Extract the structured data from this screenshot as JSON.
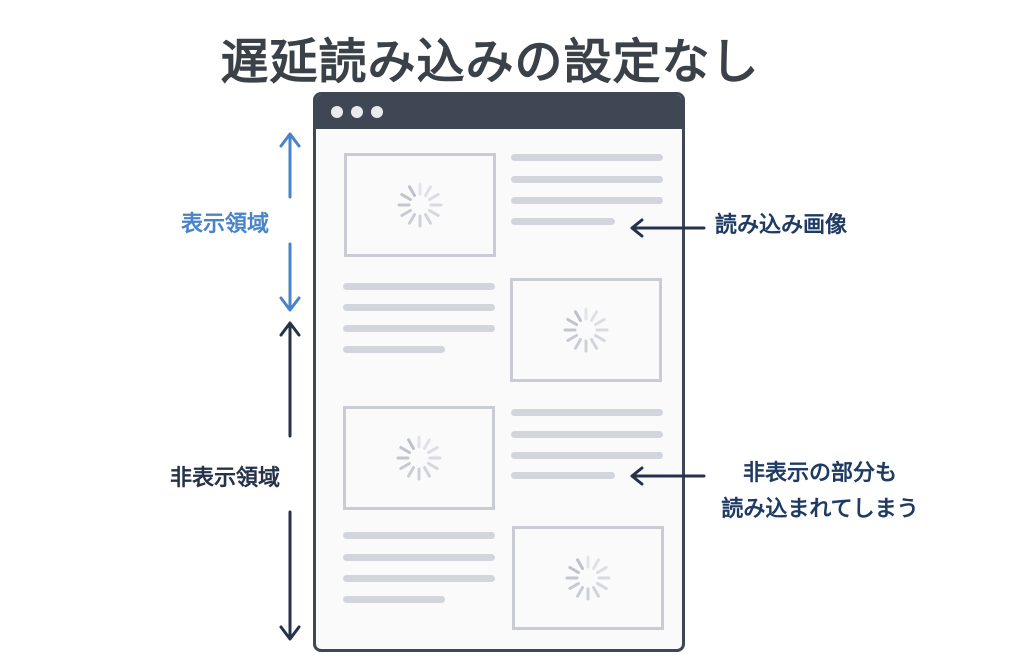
{
  "title": "遅延読み込みの設定なし",
  "labels": {
    "visible_area": "表示領域",
    "hidden_area": "非表示領域",
    "loaded_images": "読み込み画像",
    "hidden_loaded_line1": "非表示の部分も",
    "hidden_loaded_line2": "読み込まれてしまう"
  },
  "colors": {
    "visible_area": "#4a84c8",
    "hidden_area": "#25324a",
    "browser_frame": "#3f4755",
    "callout_text": "#1f3a63"
  },
  "icons": [
    "loading-spinner-icon",
    "arrow-icon"
  ]
}
